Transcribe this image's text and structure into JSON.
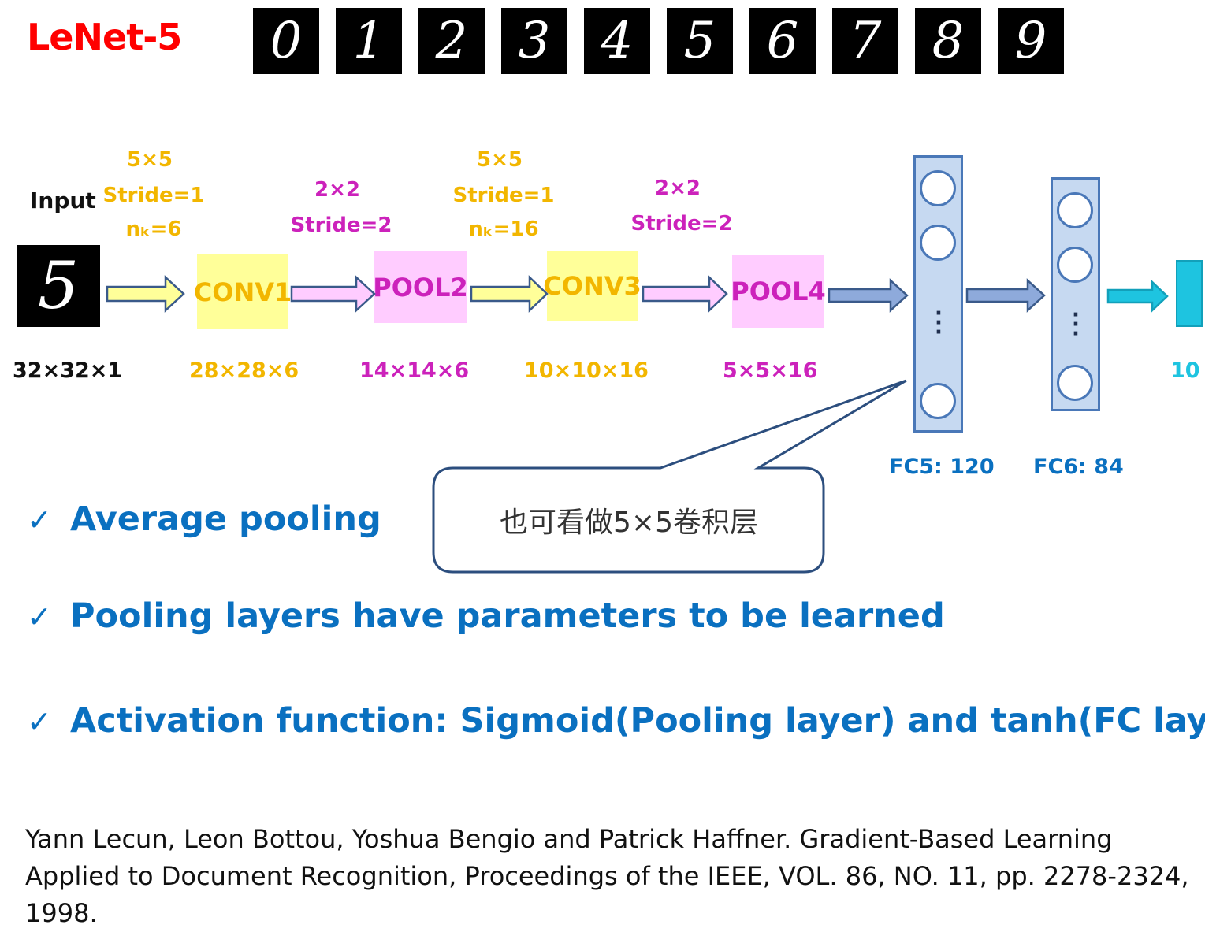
{
  "title": "LeNet-5",
  "digits": [
    "0",
    "1",
    "2",
    "3",
    "4",
    "5",
    "6",
    "7",
    "8",
    "9"
  ],
  "input": {
    "label": "Input",
    "glyph": "5",
    "dims": "32×32×1"
  },
  "layers": {
    "conv1": {
      "label": "CONV1",
      "kernel": "5×5",
      "stride": "Stride=1",
      "nk": "nₖ=6",
      "dims": "28×28×6"
    },
    "pool2": {
      "label": "POOL2",
      "kernel": "2×2",
      "stride": "Stride=2",
      "dims": "14×14×6"
    },
    "conv3": {
      "label": "CONV3",
      "kernel": "5×5",
      "stride": "Stride=1",
      "nk": "nₖ=16",
      "dims": "10×10×16"
    },
    "pool4": {
      "label": "POOL4",
      "kernel": "2×2",
      "stride": "Stride=2",
      "dims": "5×5×16"
    },
    "fc5": {
      "label": "FC5: 120"
    },
    "fc6": {
      "label": "FC6: 84"
    },
    "output": {
      "label": "10"
    }
  },
  "callout": "也可看做5×5卷积层",
  "bullets": [
    "Average pooling",
    "Pooling layers have parameters to be learned",
    "Activation function: Sigmoid(Pooling layer) and tanh(FC layer)"
  ],
  "check_mark": "✓",
  "reference": "Yann Lecun, Leon Bottou, Yoshua Bengio and Patrick Haffner. Gradient-Based Learning Applied to Document Recognition, Proceedings of the IEEE, VOL. 86, NO. 11, pp. 2278-2324, 1998.",
  "colors": {
    "title": "#ff0000",
    "conv": "#f2b600",
    "conv_fill": "#ffff99",
    "pool": "#cc22bb",
    "pool_fill": "#ffccff",
    "fc_fill": "#c6d9f1",
    "fc_border": "#4a78b8",
    "output": "#1ec4e0",
    "bullets": "#0a70c0"
  }
}
